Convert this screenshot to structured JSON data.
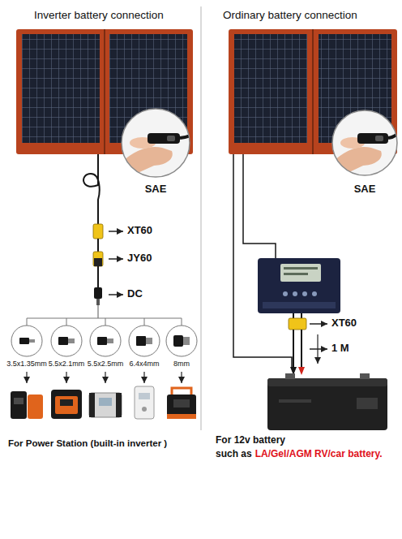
{
  "diagram": {
    "labels": [
      "Inverter battery connection",
      "Ordinary battery connection",
      "SAE",
      "SAE",
      "XT60",
      "JY60",
      "DC",
      "3.5x1.35mm",
      "5.5x2.1mm",
      "5.5x2.5mm",
      "6.4x4mm",
      "8mm",
      "XT60",
      "1 M",
      "For Power Station (built-in inverter )",
      "For 12v battery",
      "such as",
      "LA/Gel/AGM RV/car battery."
    ]
  }
}
